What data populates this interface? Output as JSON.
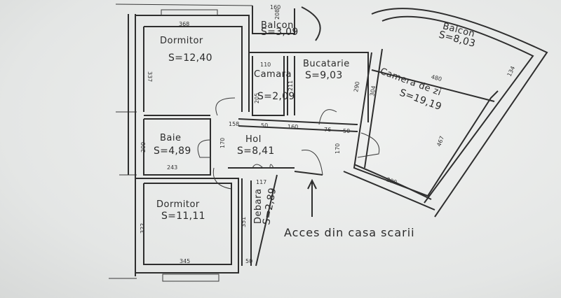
{
  "plan": {
    "rooms": [
      {
        "id": "dormitor-1",
        "name": "Dormitor",
        "area": "S=12,40"
      },
      {
        "id": "balcon-1",
        "name": "Balcon",
        "area": "S=3,09"
      },
      {
        "id": "balcon-2",
        "name": "Balcon",
        "area": "S=8,03"
      },
      {
        "id": "bucatarie",
        "name": "Bucatarie",
        "area": "S=9,03"
      },
      {
        "id": "camara",
        "name": "Camara",
        "area": "S=2,09"
      },
      {
        "id": "camera-de-zi",
        "name": "Camera de zi",
        "area": "S=19,19"
      },
      {
        "id": "baie",
        "name": "Baie",
        "area": "S=4,89"
      },
      {
        "id": "hol",
        "name": "Hol",
        "area": "S=8,41"
      },
      {
        "id": "dormitor-2",
        "name": "Dormitor",
        "area": "S=11,11"
      },
      {
        "id": "debara",
        "name": "Debara",
        "area": "S=2,89"
      }
    ],
    "dimensions": [
      "368",
      "160",
      "208",
      "110",
      "205",
      "211",
      "337",
      "480",
      "134",
      "290",
      "304",
      "158",
      "50",
      "160",
      "76",
      "50",
      "170",
      "209",
      "243",
      "170",
      "467",
      "290",
      "117",
      "322",
      "351",
      "345",
      "50"
    ],
    "access_label": "Acces din casa scarii"
  }
}
